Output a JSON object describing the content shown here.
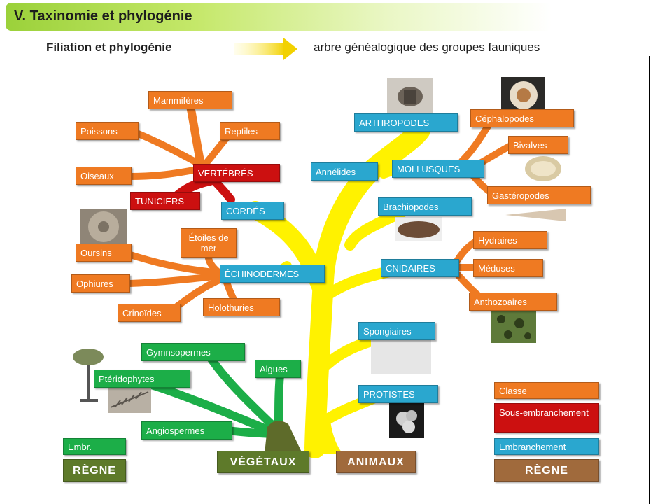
{
  "header": {
    "title": "V. Taxinomie et phylogénie",
    "subtitle_left": "Filiation et phylogénie",
    "subtitle_right": "arbre généalogique des groupes fauniques"
  },
  "colors": {
    "trunk": "#fff200",
    "branch_orange": "#ef7a22",
    "branch_red": "#cc1010",
    "branch_green": "#1cae48",
    "class": "#ef7a22",
    "subphylum": "#cc1010",
    "phylum": "#2aa7cf",
    "kingdom_animal": "#a06a3c",
    "kingdom_plant": "#5e7a2a"
  },
  "nodes": {
    "mammiferes": "Mammifères",
    "poissons": "Poissons",
    "reptiles": "Reptiles",
    "oiseaux": "Oiseaux",
    "vertebres": "VERTÉBRÉS",
    "tuniciers": "TUNICIERS",
    "cordes": "CORDÉS",
    "oursins": "Oursins",
    "etoiles": "Étoiles de mer",
    "echinodermes": "ÉCHINODERMES",
    "ophiures": "Ophiures",
    "crinoides": "Crinoïdes",
    "holothuries": "Holothuries",
    "arthropodes": "ARTHROPODES",
    "cephalopodes": "Céphalopodes",
    "bivalves": "Bivalves",
    "annelides": "Annélides",
    "mollusques": "MOLLUSQUES",
    "gasteropodes": "Gastéropodes",
    "brachiopodes": "Brachiopodes",
    "hydraires": "Hydraires",
    "cnidaires": "CNIDAIRES",
    "meduses": "Méduses",
    "anthozoaires": "Anthozoaires",
    "spongiaires": "Spongiaires",
    "protistes": "PROTISTES",
    "gymnospermes": "Gymnsopermes",
    "algues": "Algues",
    "pteridophytes": "Ptéridophytes",
    "angiospermes": "Angiospermes",
    "vegetaux": "VÉGÉTAUX",
    "animaux": "ANIMAUX"
  },
  "legend": {
    "classe": "Classe",
    "sous_embranchement": "Sous-embranchement",
    "embranchement": "Embranchement",
    "regne": "RÈGNE",
    "embr": "Embr.",
    "regne_left": "RÈGNE"
  }
}
